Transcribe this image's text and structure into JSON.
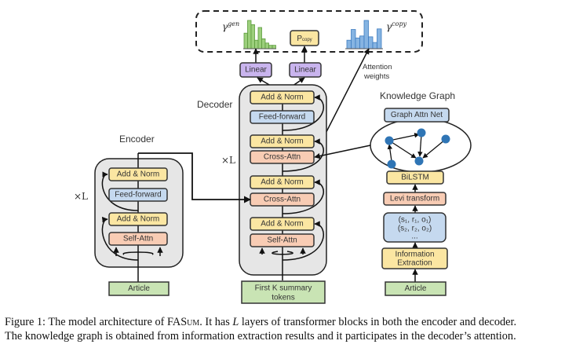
{
  "figure": {
    "output_panel": {
      "gen_label": "γ",
      "gen_sup": "gen",
      "copy_label": "γ",
      "copy_sup": "copy",
      "pcopy_main": "P",
      "pcopy_sub": "copy",
      "attention_label_line1": "Attention",
      "attention_label_line2": "weights",
      "gen_hist_relative": [
        0.55,
        1.0,
        0.85,
        0.3,
        0.75,
        0.35,
        0.2,
        0.12,
        0.12
      ],
      "copy_hist_relative": [
        0.3,
        0.68,
        0.38,
        0.45,
        1.0,
        0.42,
        0.22,
        0.7
      ]
    },
    "linear_left": "Linear",
    "linear_right": "Linear",
    "decoder": {
      "title": "Decoder",
      "repeat": "×L",
      "blocks": [
        "Add & Norm",
        "Feed-forward",
        "Add & Norm",
        "Cross-Attn",
        "Add & Norm",
        "Cross-Attn",
        "Add & Norm",
        "Self-Attn"
      ],
      "input_line1": "First K summary",
      "input_line2": "tokens"
    },
    "encoder": {
      "title": "Encoder",
      "repeat": "×L",
      "blocks": [
        "Add & Norm",
        "Feed-forward",
        "Add & Norm",
        "Self-Attn"
      ],
      "input": "Article"
    },
    "knowledge_graph": {
      "title": "Knowledge Graph",
      "graph_attn": "Graph Attn Net",
      "bilstm": "BiLSTM",
      "levi": "Levi transform",
      "triple1": "(s₁, r₁, o₁)",
      "triple2": "(s₂, r₂, o₂)",
      "ellipsis": "...",
      "ie_line1": "Information",
      "ie_line2": "Extraction",
      "input": "Article"
    },
    "colors": {
      "yellow": "#fbe6a2",
      "blue": "#c5d9ef",
      "salmon": "#f8ccb4",
      "purple": "#c9b4ee",
      "green": "#c9e4b4",
      "node": "#2f75b5",
      "gen_bars": "#9ccf7c",
      "copy_bars": "#86b4e2",
      "stack_bg": "#e6e6e6"
    }
  },
  "caption": {
    "line1_a": "Figure 1: The model architecture of ",
    "line1_fas": "FAS",
    "line1_um": "um",
    "line1_b": ". It has ",
    "line1_L": "L",
    "line1_c": " layers of transformer blocks in both the encoder and decoder.",
    "line2": "The knowledge graph is obtained from information extraction results and it participates in the decoder’s attention."
  }
}
